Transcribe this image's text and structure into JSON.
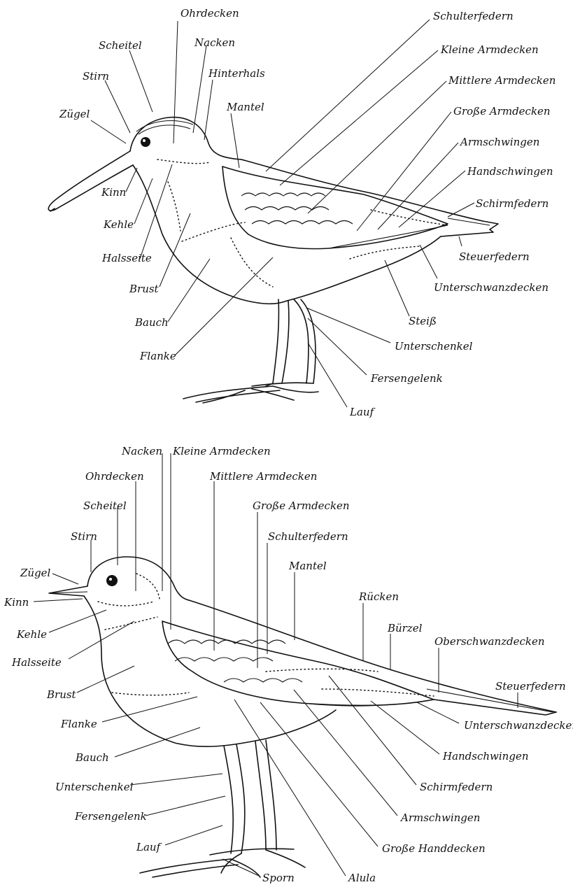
{
  "diagram": {
    "top_bird": {
      "labels": {
        "ohrdecken": "Ohrdecken",
        "scheitel": "Scheitel",
        "nacken": "Nacken",
        "stirn": "Stirn",
        "hinterhals": "Hinterhals",
        "zuegel": "Zügel",
        "mantel": "Mantel",
        "kinn": "Kinn",
        "kehle": "Kehle",
        "halsseite": "Halsseite",
        "brust": "Brust",
        "bauch": "Bauch",
        "flanke": "Flanke",
        "schulterfedern": "Schulterfedern",
        "kleine_armdecken": "Kleine Armdecken",
        "mittlere_armdecken": "Mittlere Armdecken",
        "grosse_armdecken": "Große Armdecken",
        "armschwingen": "Armschwingen",
        "handschwingen": "Handschwingen",
        "schirmfedern": "Schirmfedern",
        "steuerfedern": "Steuerfedern",
        "unterschwanzdecken": "Unterschwanzdecken",
        "steiss": "Steiß",
        "unterschenkel": "Unterschenkel",
        "fersengelenk": "Fersengelenk",
        "lauf": "Lauf"
      }
    },
    "bottom_bird": {
      "labels": {
        "nacken": "Nacken",
        "kleine_armdecken": "Kleine Armdecken",
        "ohrdecken": "Ohrdecken",
        "mittlere_armdecken": "Mittlere Armdecken",
        "scheitel": "Scheitel",
        "grosse_armdecken": "Große Armdecken",
        "stirn": "Stirn",
        "schulterfedern": "Schulterfedern",
        "mantel": "Mantel",
        "zuegel": "Zügel",
        "kinn": "Kinn",
        "ruecken": "Rücken",
        "kehle": "Kehle",
        "buerzel": "Bürzel",
        "halsseite": "Halsseite",
        "oberschwanzdecken": "Oberschwanzdecken",
        "steuerfedern": "Steuerfedern",
        "brust": "Brust",
        "unterschwanzdecken": "Unterschwanzdecken",
        "flanke": "Flanke",
        "handschwingen": "Handschwingen",
        "bauch": "Bauch",
        "unterschenkel": "Unterschenkel",
        "schirmfedern": "Schirmfedern",
        "fersengelenk": "Fersengelenk",
        "armschwingen": "Armschwingen",
        "lauf": "Lauf",
        "grosse_handdecken": "Große Handdecken",
        "sporn": "Sporn",
        "alula": "Alula"
      }
    }
  }
}
